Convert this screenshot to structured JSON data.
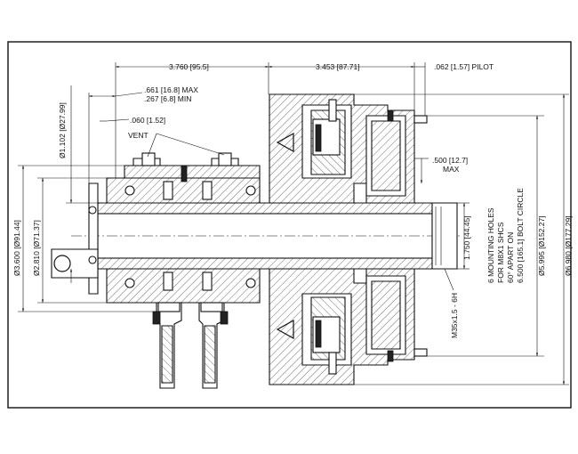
{
  "dimensions": {
    "shaft_to_face": "3.760 [95.5]",
    "body_length": "3.453 [87.71]",
    "pilot": ".062 [1.57] PILOT",
    "max_length": ".661 [16.8] MAX",
    "min_length": ".267 [6.8] MIN",
    "gap": ".060 [1.52]",
    "stroke_max_value": ".500 [12.7]",
    "stroke_max_label": "MAX",
    "dia_1102": "Ø1.102 [Ø27.99]",
    "dia_3600": "Ø3.600 [Ø91.44]",
    "dia_2810": "Ø2.810 [Ø71.37]",
    "bore": "1.750 [44.45]",
    "thread": "M35x1.5 - 6H",
    "dia_5995": "Ø5.995 [Ø152.27]",
    "dia_6980": "Ø6.980 [Ø177.29]"
  },
  "labels": {
    "vent": "VENT",
    "mounting_line1": "6 MOUNTING HOLES",
    "mounting_line2": "FOR M8X1 SHCS",
    "mounting_line3": "60° APART ON",
    "mounting_line4": "6.500 [165.1] BOLT CIRCLE"
  }
}
